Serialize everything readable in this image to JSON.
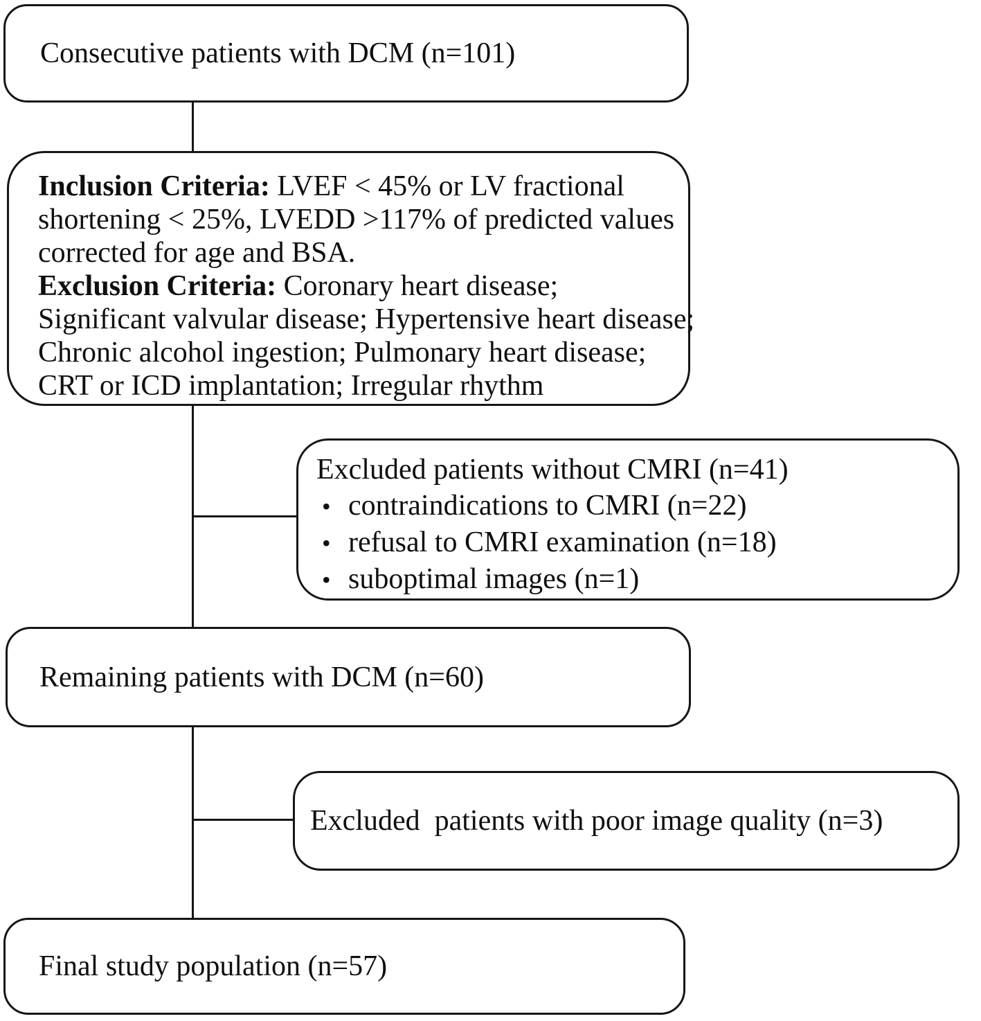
{
  "figure": {
    "boxes": {
      "consecutive": {
        "text": "Consecutive patients with DCM (n=101)"
      },
      "criteria": {
        "inclusion_label": "Inclusion Criteria:",
        "inclusion_rest": " LVEF < 45% or LV fractional",
        "line2": "shortening < 25%, LVEDD >117% of predicted values",
        "line3": "corrected for age and BSA.",
        "exclusion_label": "Exclusion Criteria:",
        "exclusion_rest": " Coronary heart disease;",
        "line5": "Significant valvular disease; Hypertensive heart disease;",
        "line6": "Chronic alcohol ingestion; Pulmonary heart disease;",
        "line7": "CRT or ICD implantation; Irregular rhythm"
      },
      "excluded_cmri": {
        "title": "Excluded patients without CMRI (n=41)",
        "bullets": [
          "contraindications to CMRI (n=22)",
          "refusal to CMRI examination (n=18)",
          "suboptimal images (n=1)"
        ]
      },
      "remaining": {
        "text": "Remaining patients with DCM (n=60)"
      },
      "excluded_quality": {
        "text": "Excluded  patients with poor image quality (n=3)"
      },
      "final": {
        "text": "Final study population (n=57)"
      }
    },
    "glyphs": {
      "bullet": "•"
    },
    "colors": {
      "border": "#161616",
      "background": "#ffffff",
      "text": "#0f0f0f"
    }
  }
}
